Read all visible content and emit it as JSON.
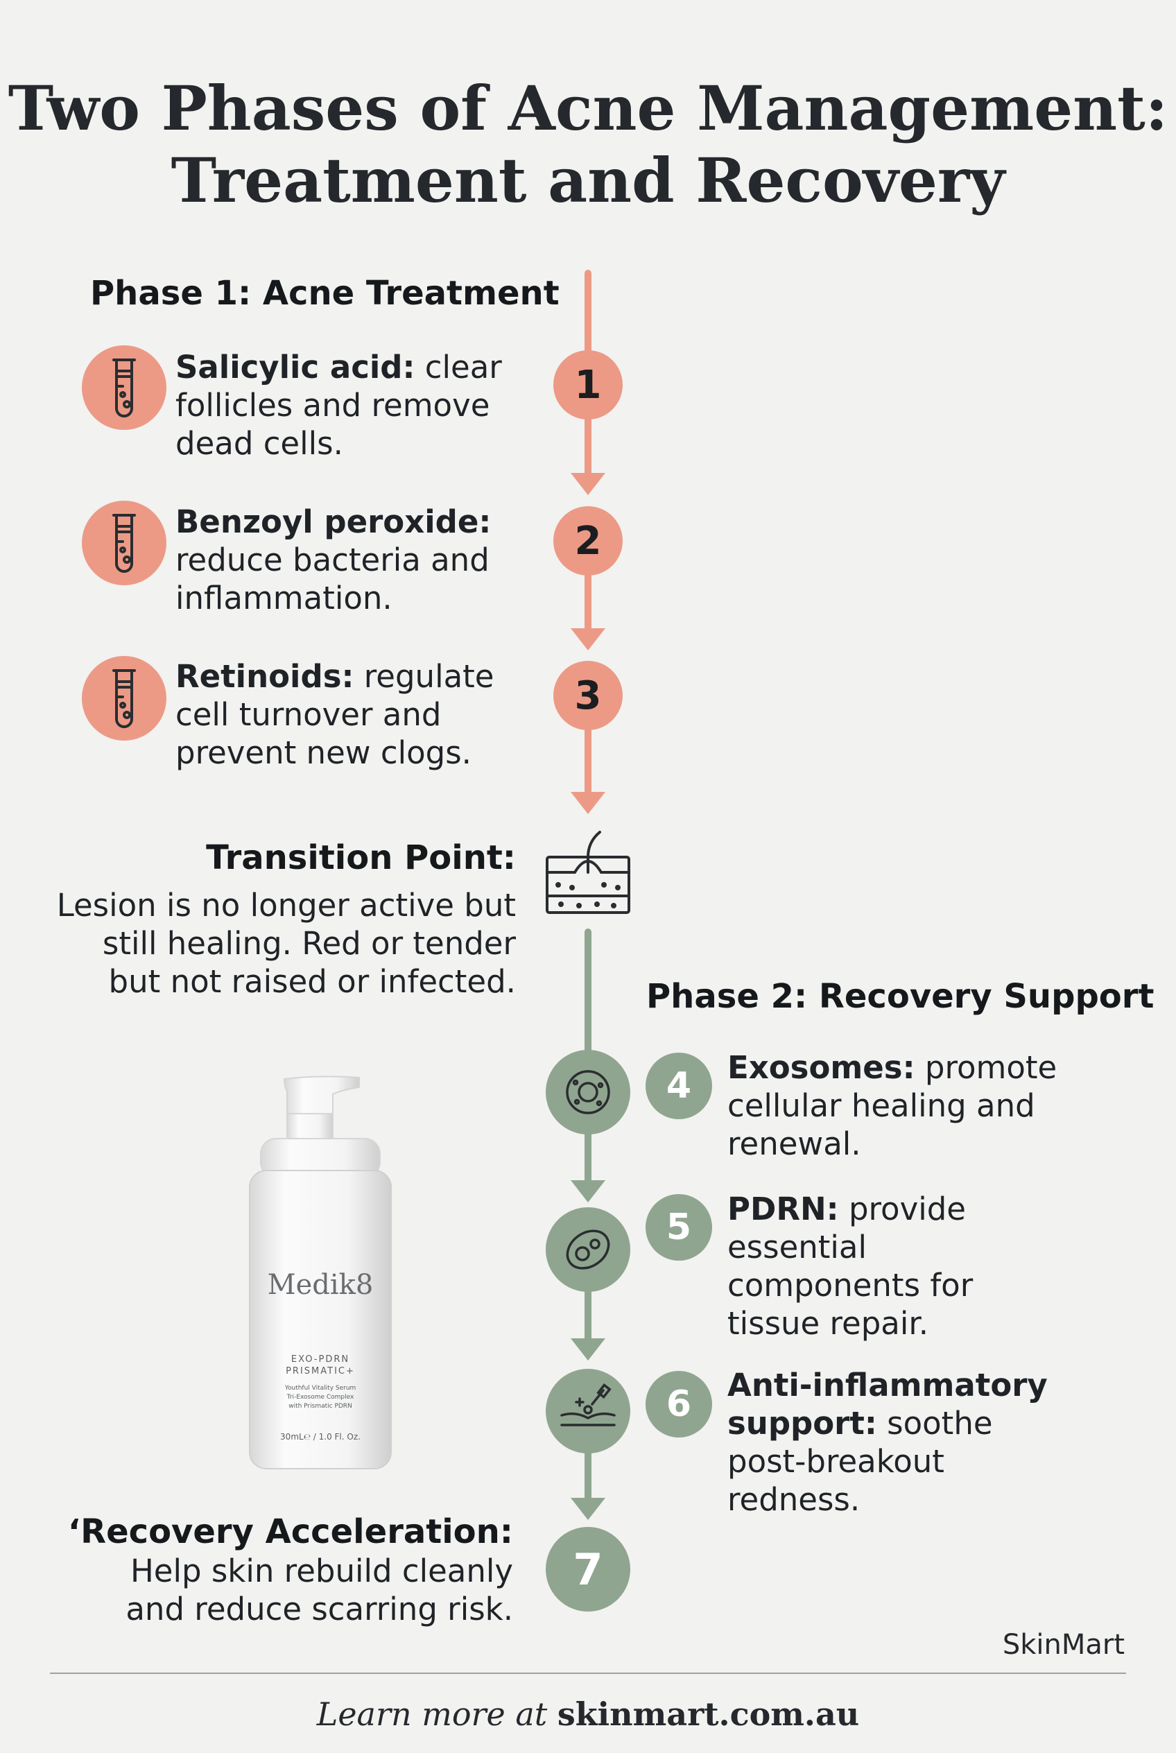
{
  "title": {
    "line1": "Two Phases of Acne Management:",
    "line2": "Treatment and Recovery"
  },
  "phase1": {
    "heading": "Phase 1: Acne Treatment",
    "items": [
      {
        "number": "1",
        "icon": "test-tube-icon",
        "term": "Salicylic acid:",
        "lines": [
          " clear",
          "follicles and remove",
          "dead cells."
        ]
      },
      {
        "number": "2",
        "icon": "test-tube-icon",
        "term": "Benzoyl peroxide:",
        "lines": [
          "",
          "reduce bacteria and",
          "inflammation."
        ]
      },
      {
        "number": "3",
        "icon": "test-tube-icon",
        "term": "Retinoids:",
        "lines": [
          " regulate",
          "cell turnover and",
          "prevent new clogs."
        ]
      }
    ]
  },
  "transition": {
    "icon": "skin-layer-icon",
    "heading": "Transition Point:",
    "lines": [
      "Lesion is no longer active but",
      "still healing. Red or tender",
      "but not raised or infected."
    ]
  },
  "phase2": {
    "heading": "Phase 2: Recovery Support",
    "items": [
      {
        "number": "4",
        "icon": "cell-icon",
        "term": "Exosomes:",
        "lines": [
          " promote",
          "cellular healing and",
          "renewal."
        ]
      },
      {
        "number": "5",
        "icon": "nucleus-cell-icon",
        "term": "PDRN:",
        "lines": [
          " provide",
          "essential",
          "components for",
          "tissue repair."
        ]
      },
      {
        "number": "6",
        "icon": "skin-serum-icon",
        "term_lines": [
          "Anti-inflammatory",
          "support:"
        ],
        "lines": [
          " soothe",
          "post-breakout",
          "redness."
        ]
      }
    ],
    "final": {
      "number": "7",
      "heading": "‘Recovery Acceleration:",
      "lines": [
        "Help skin rebuild cleanly",
        "and reduce scarring risk."
      ]
    }
  },
  "product": {
    "brand": "Medik8",
    "name_line1": "EXO-PDRN",
    "name_line2": "PRISMATIC+",
    "desc_line1": "Youthful Vitality Serum",
    "desc_line2": "Tri-Exosome Complex",
    "desc_line3": "with Prismatic PDRN",
    "volume": "30mL℮ / 1.0 Fl. Oz."
  },
  "brand_mark": "SkinMart",
  "footer": {
    "prefix": "Learn more at ",
    "site": "skinmart.com.au"
  },
  "colors": {
    "background": "#f2f2f0",
    "phase1_accent": "#ec9a86",
    "phase2_accent": "#8fa58f",
    "text": "#1f2327"
  }
}
